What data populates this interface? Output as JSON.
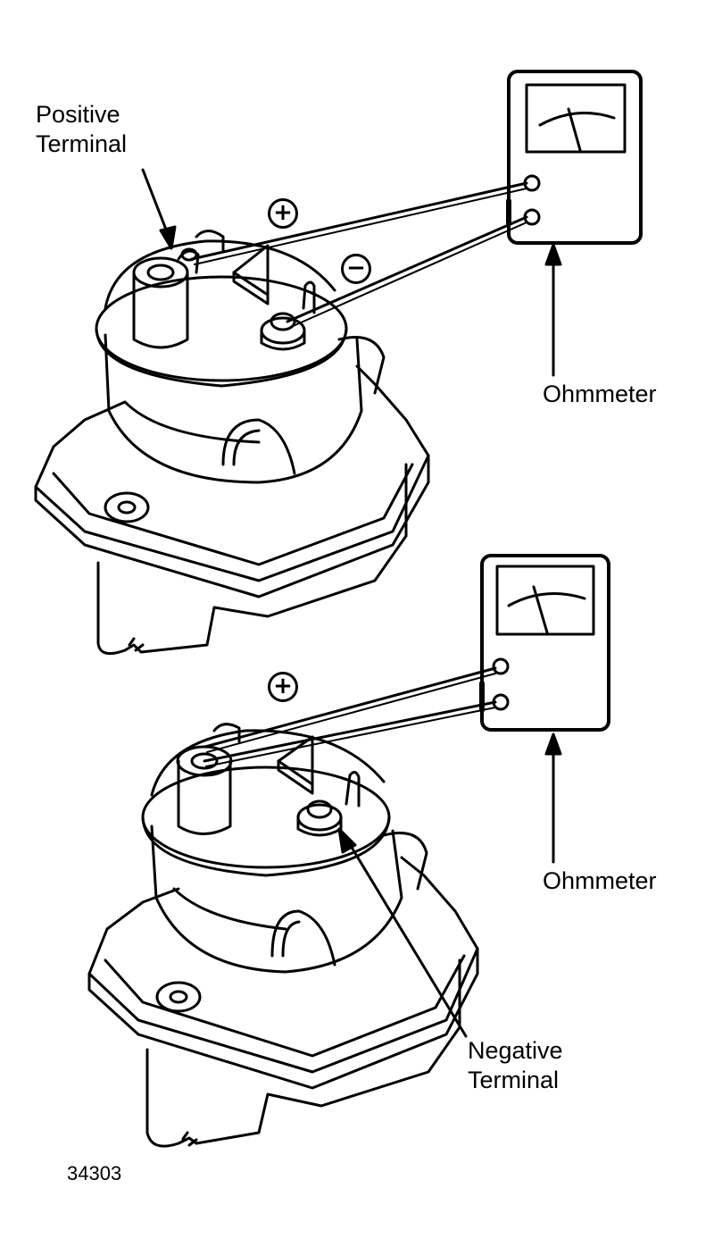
{
  "labels": {
    "positive_terminal": [
      "Positive",
      "Terminal"
    ],
    "negative_terminal": [
      "Negative",
      "Terminal"
    ],
    "ohmmeter_top": "Ohmmeter",
    "ohmmeter_bottom": "Ohmmeter",
    "figure_number": "34303"
  },
  "symbols": {
    "plus_top": "+",
    "minus_top": "−",
    "plus_bottom": "+"
  },
  "colors": {
    "ink": "#000000",
    "paper": "#ffffff"
  }
}
